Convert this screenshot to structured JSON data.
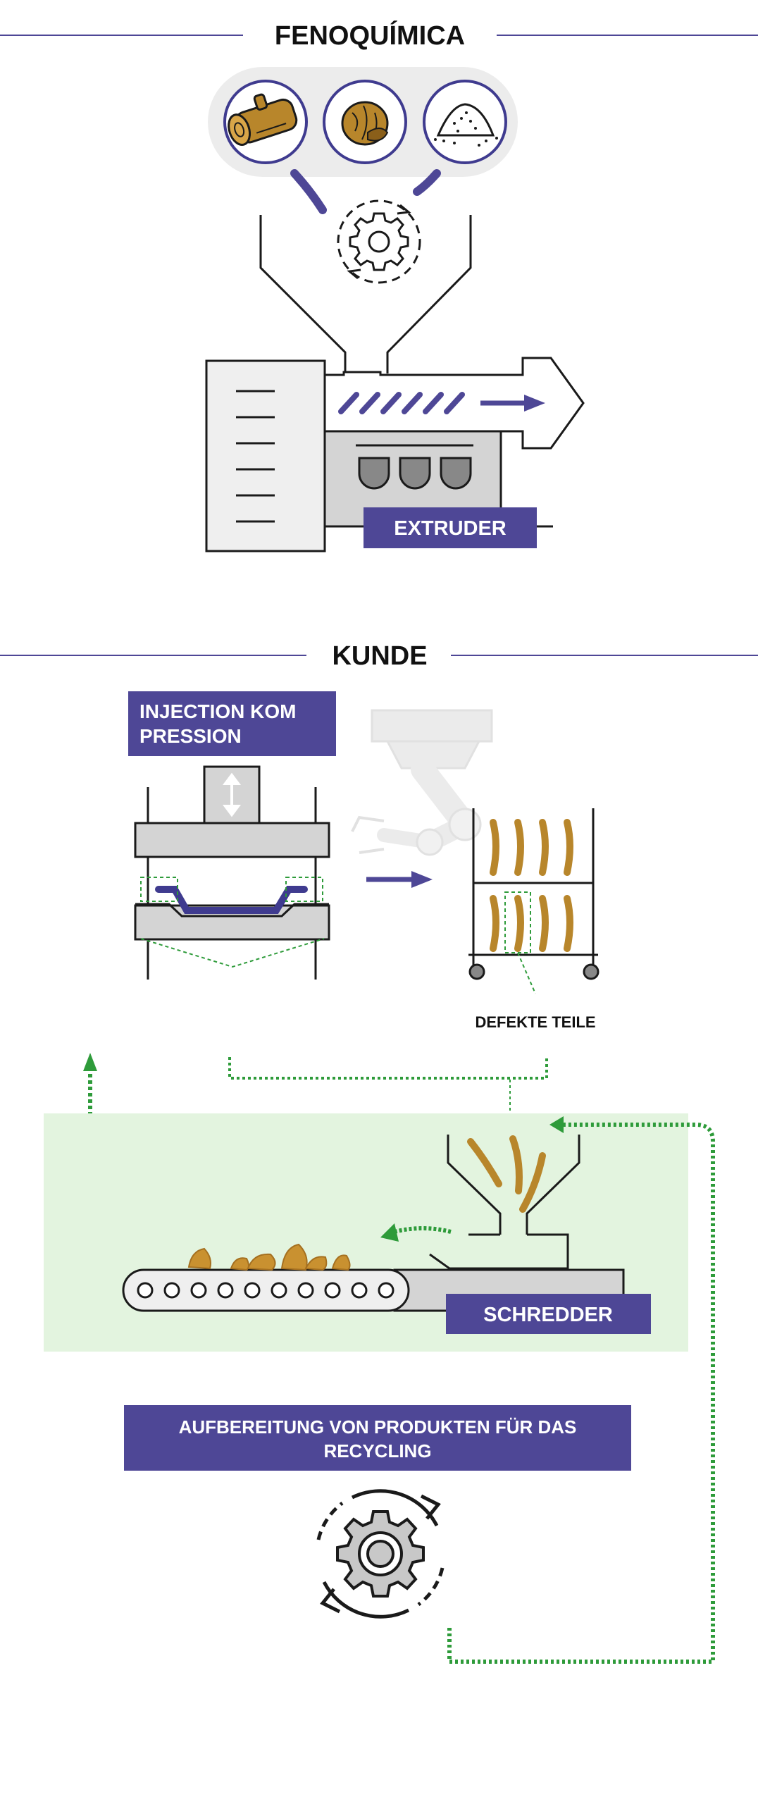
{
  "sections": {
    "top_title": "FENOQUÍMICA",
    "middle_title": "KUNDE"
  },
  "labels": {
    "extruder": "EXTRUDER",
    "injection_line1": "INJECTION KOM",
    "injection_line2": "PRESSION",
    "defects": "DEFEKTE TEILE",
    "shredder": "SCHREDDER",
    "recycling_line1": "AUFBEREITUNG VON PRODUKTEN FÜR DAS",
    "recycling_line2": "RECYCLING"
  },
  "icons": [
    "wood-log-icon",
    "walnut-shell-icon",
    "powder-icon",
    "gear-cycle-icon"
  ],
  "colors": {
    "brand_purple": "#4e4796",
    "dark_purple": "#3f3b8f",
    "wood_brown": "#b8862b",
    "dotted_green": "#2e9b3a",
    "recycle_area": "#e3f4df",
    "machine_gray": "#d4d4d4",
    "ink": "#1a1a1a"
  }
}
